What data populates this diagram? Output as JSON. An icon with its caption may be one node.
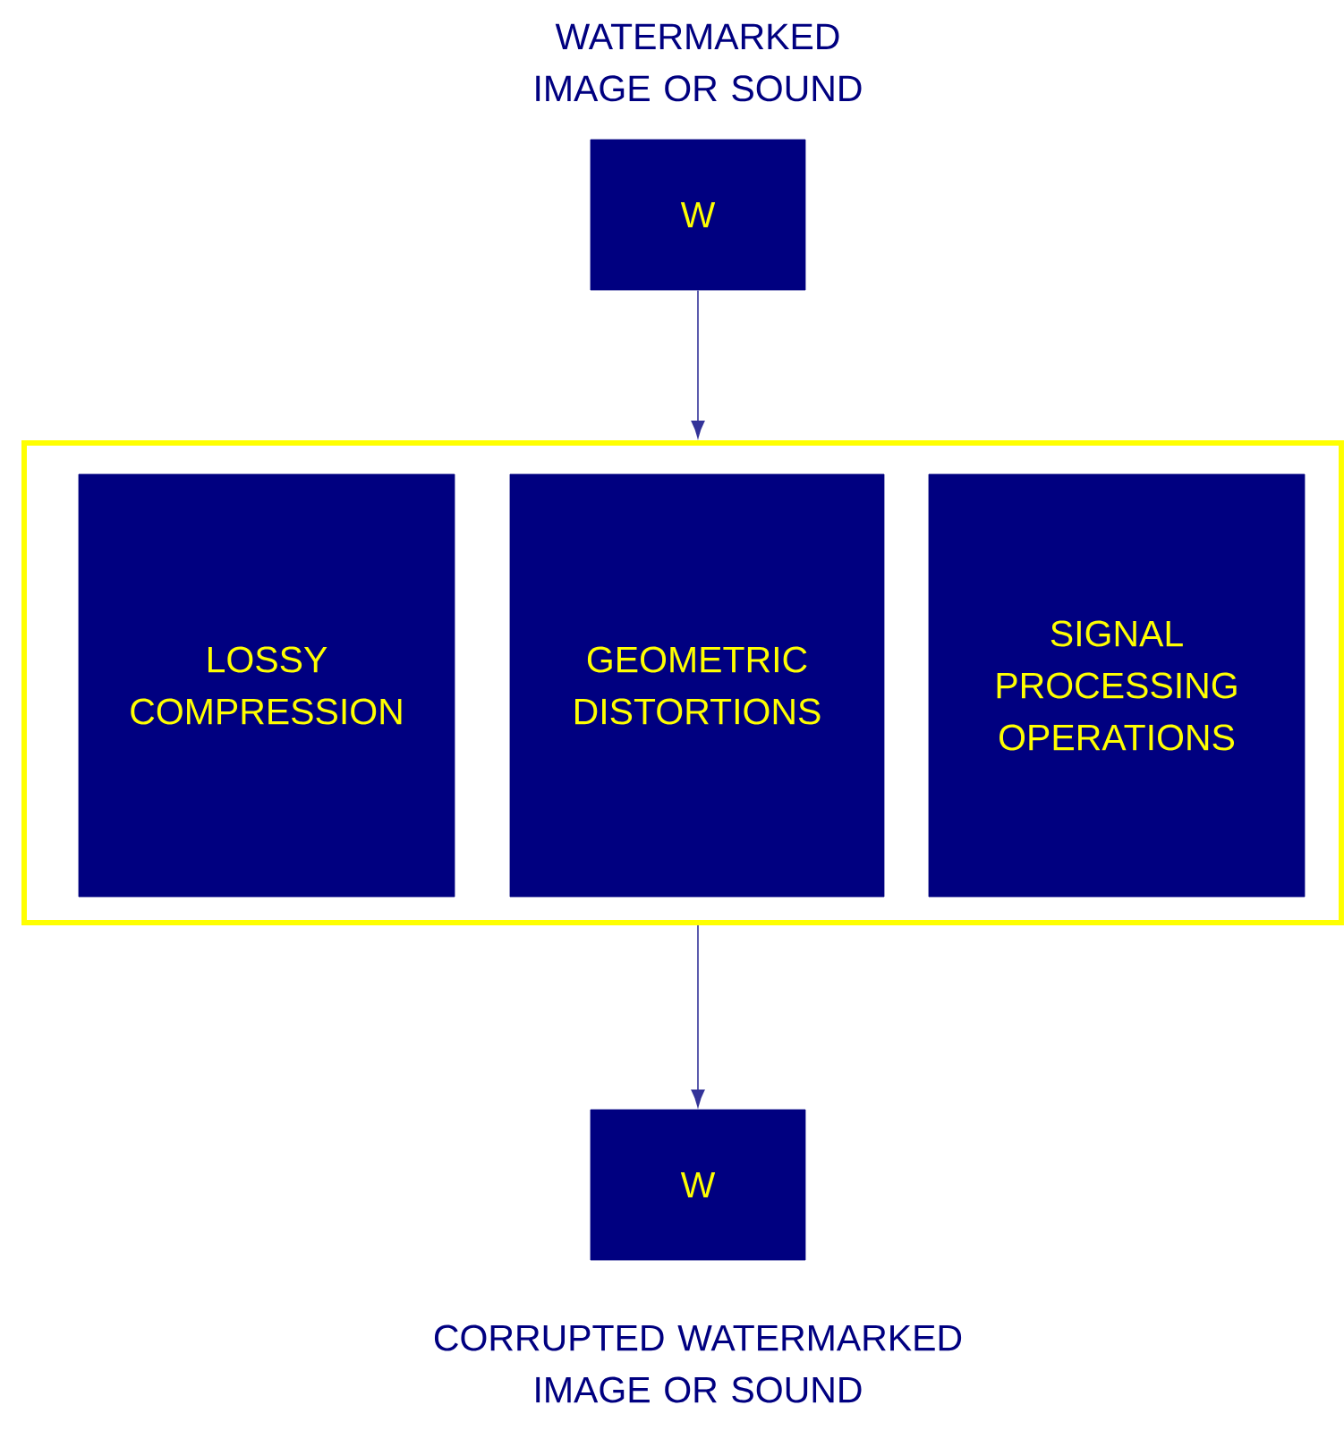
{
  "diagram": {
    "nodes": [
      {
        "text": [
          "W"
        ],
        "beside": [
          "WATERMARKED IMAGE OR SOUND"
        ]
      },
      {
        "text": [],
        "shape": "box"
      },
      {
        "text": [
          "LOSSY COMPRESSION"
        ],
        "in": 1
      },
      {
        "text": [
          "GEOMETRIC DISTORTIONS"
        ],
        "in": 1
      },
      {
        "text": [
          "SIGNAL PROCESSING OPERATIONS"
        ],
        "in": 1
      },
      {
        "text": [
          "W"
        ],
        "beside": [
          "CORRUPTED WATERMARKED IMAGE OR SOUND"
        ]
      }
    ],
    "edges": [
      {
        "from": 0,
        "to": 1,
        "arrow": "to"
      },
      {
        "from": 1,
        "to": 5,
        "arrow": "to"
      }
    ]
  }
}
